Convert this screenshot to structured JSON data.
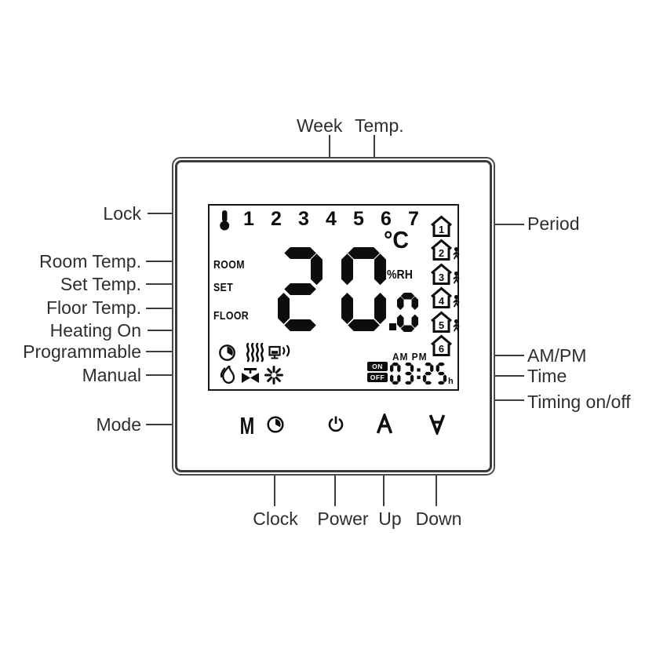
{
  "callouts": {
    "top": [
      "Week",
      "Temp."
    ],
    "left": [
      "Lock",
      "Room Temp.",
      "Set Temp.",
      "Floor Temp.",
      "Heating On",
      "Programmable",
      "Manual",
      "Mode"
    ],
    "right": [
      "Period",
      "AM/PM",
      "Time",
      "Timing on/off"
    ],
    "bottom": [
      "Clock",
      "Power",
      "Up",
      "Down"
    ]
  },
  "display": {
    "week_days": [
      "1",
      "2",
      "3",
      "4",
      "5",
      "6",
      "7"
    ],
    "temp_rows": [
      "ROOM",
      "SET",
      "FLOOR"
    ],
    "main_temp": "20.0",
    "temp_unit": "°C",
    "humidity_unit": "%RH",
    "ampm": "AM PM",
    "time": "03:25",
    "time_suffix": "h",
    "timing": {
      "on": "ON",
      "off": "OFF"
    },
    "periods": [
      {
        "num": "1",
        "person": false
      },
      {
        "num": "2",
        "person": true
      },
      {
        "num": "3",
        "person": true
      },
      {
        "num": "4",
        "person": true
      },
      {
        "num": "5",
        "person": true
      },
      {
        "num": "6",
        "person": false
      }
    ]
  },
  "buttons": {
    "mode": "M"
  },
  "icons": {
    "lock": "thermometer-lock-icon",
    "programmable": "pie-clock-icon",
    "heating_on": "heat-waves-icon",
    "wireless": "monitor-signal-icon",
    "manual": "flame-icon",
    "valve": "valve-icon",
    "comfort": "sun-icon",
    "clock_button": "clock-icon",
    "power_button": "power-icon",
    "up_button": "up-arrow-icon",
    "down_button": "down-arrow-icon",
    "period": "house-icon"
  },
  "colors": {
    "ink": "#0d0d0d",
    "line": "#3d3d3d",
    "label": "#2e2e2e"
  }
}
